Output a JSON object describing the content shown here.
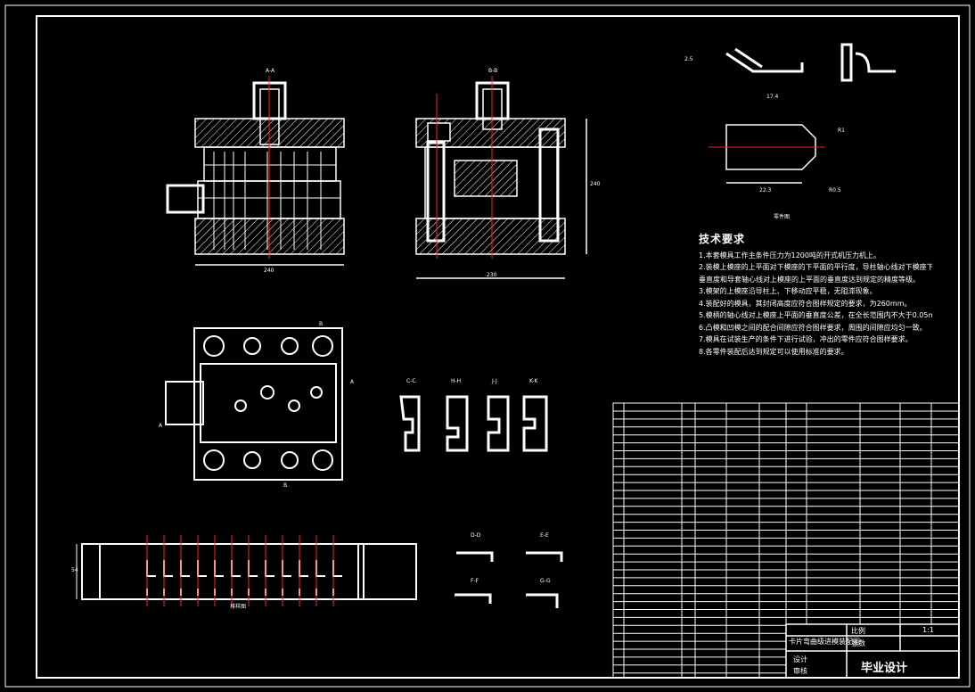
{
  "drawing": {
    "frame_color": "#ffffff",
    "line_color": "#ffffff",
    "center_line_color": "#ff2020",
    "background": "#000000"
  },
  "views": {
    "front_view_label": "A-A",
    "side_view_label": "B-B",
    "front_width_dim": "240",
    "side_width_dim": "230",
    "side_height_dim": "240",
    "plan_view_markers": [
      "B",
      "A",
      "B",
      "A"
    ],
    "small_section_labels": [
      "C-C",
      "H-H",
      "J-J",
      "K-K"
    ],
    "bend_section_labels": [
      "D-D",
      "E-E",
      "F-F",
      "G-G"
    ],
    "strip_layout_dim": "54",
    "strip_layout_label": "排样图"
  },
  "part_drawing": {
    "caption": "零件图",
    "dims": [
      "R1",
      "R0.5",
      "2.5",
      "17.4",
      "22.3"
    ]
  },
  "technical_requirements": {
    "title": "技术要求",
    "items": [
      "1.本套模具工作主条件压力为1200吨的开式机压力机上。",
      "2.装模上模座的上平面对下模座的下平面的平行度，导柱轴心线对下模座下平面的",
      "垂直度和导套轴心线对上模座的上平面的垂直度达到规定的精度等级。",
      "3.模架的上模座沿导柱上、下移动应平稳，无阻滞现象。",
      "4.装配好的模具，其封闭高度应符合图样规定的要求，为260mm。",
      "5.模柄的轴心线对上模座上平面的垂直度公差，在全长范围内不大于0.05mm。",
      "6.凸模和凹模之间的配合间隙应符合图样要求，周围的间隙应均匀一致。",
      "7.模具在试装生产的条件下进行试验，冲出的零件应符合图样要求。",
      "8.各零件装配后达到规定可以使用标准的要求。"
    ]
  },
  "title_block": {
    "drawing_name": "卡片弯曲级进模装配图",
    "project": "毕业设计",
    "scale_label": "比例",
    "scale_value": "1:1",
    "sheet_label": "张数",
    "drawn_label": "设计",
    "checked_label": "审核"
  }
}
